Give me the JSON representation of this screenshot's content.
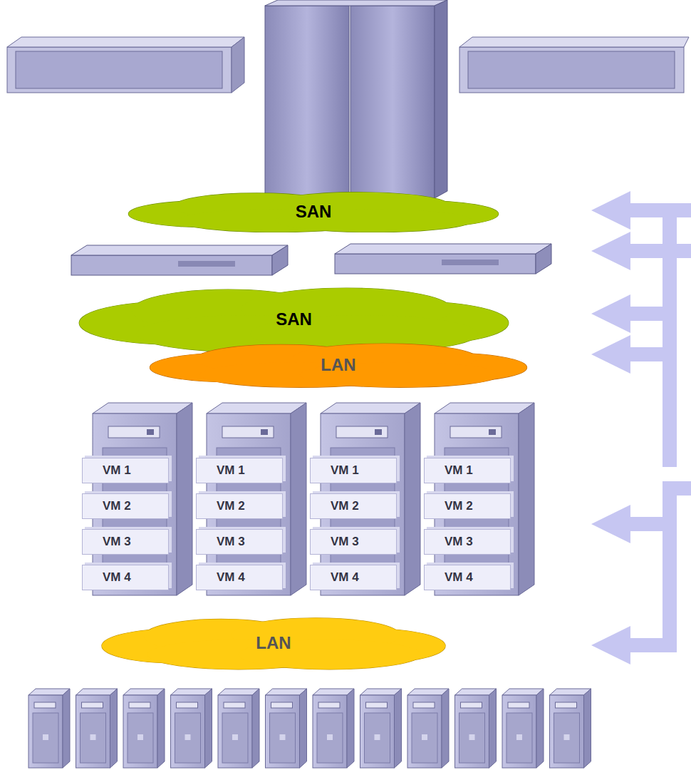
{
  "diagram": {
    "nodes": [
      {
        "text": [
          "SAN"
        ]
      },
      {
        "text": [
          "SAN"
        ]
      },
      {
        "text": [
          "LAN"
        ]
      },
      {
        "text": [
          "VM 1"
        ]
      },
      {
        "text": [
          "VM 1"
        ]
      },
      {
        "text": [
          "VM 1"
        ]
      },
      {
        "text": [
          "VM 1"
        ]
      },
      {
        "text": [
          "VM 2"
        ]
      },
      {
        "text": [
          "VM 2"
        ]
      },
      {
        "text": [
          "VM 2"
        ]
      },
      {
        "text": [
          "VM 2"
        ]
      },
      {
        "text": [
          "VM 3"
        ]
      },
      {
        "text": [
          "VM 3"
        ]
      },
      {
        "text": [
          "VM 3"
        ]
      },
      {
        "text": [
          "VM 3"
        ]
      },
      {
        "text": [
          "VM 4"
        ]
      },
      {
        "text": [
          "VM 4"
        ]
      },
      {
        "text": [
          "VM 4"
        ]
      },
      {
        "text": [
          "VM 4"
        ]
      },
      {
        "text": [
          "LAN"
        ]
      }
    ]
  }
}
